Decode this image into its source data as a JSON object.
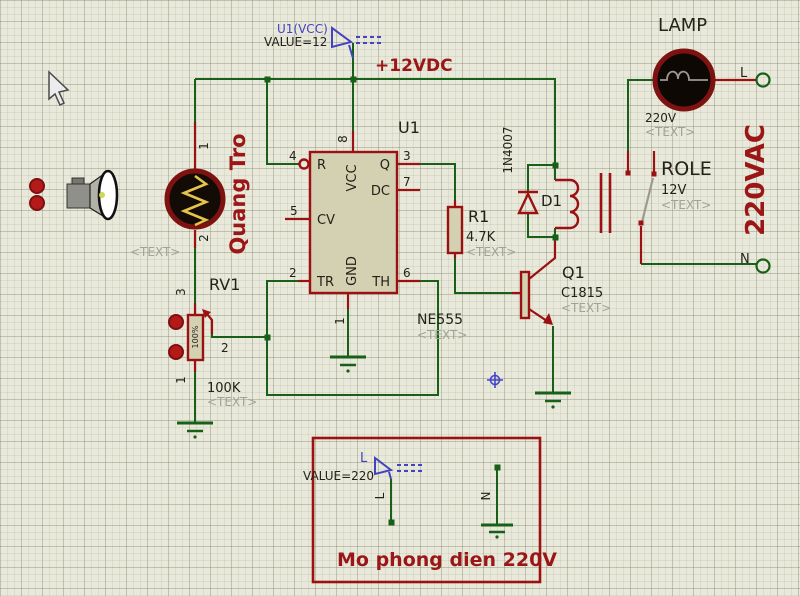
{
  "colors": {
    "wire_green": "#186018",
    "component_red": "#9b1010",
    "annotation_red": "#9b1616",
    "net_blue": "#4343c0",
    "placeholder_gray": "#a2a294",
    "grid_background": "#e9e9db"
  },
  "power": {
    "net": "U1(VCC)",
    "value": "VALUE=12",
    "rail": "+12VDC"
  },
  "lamp": {
    "name": "LAMP",
    "value": "220V",
    "text": "<TEXT>",
    "terminal_l": "L",
    "terminal_n": "N"
  },
  "mains": {
    "label": "220VAC"
  },
  "relay": {
    "name": "ROLE",
    "value": "12V",
    "text": "<TEXT>"
  },
  "diode": {
    "ref": "D1",
    "part": "1N4007"
  },
  "ldr": {
    "name": "Quang Tro",
    "text": "<TEXT>",
    "pin1": "1",
    "pin2": "2"
  },
  "pot": {
    "ref": "RV1",
    "value": "100K",
    "text": "<TEXT>",
    "percent": "100%",
    "pin1": "1",
    "pin2": "2",
    "pin3": "3"
  },
  "timer": {
    "ref": "U1",
    "part": "NE555",
    "text": "<TEXT>",
    "pins": {
      "p1": "1",
      "p2": "2",
      "p3": "3",
      "p4": "4",
      "p5": "5",
      "p6": "6",
      "p7": "7",
      "p8": "8"
    },
    "names": {
      "r": "R",
      "cv": "CV",
      "tr": "TR",
      "q": "Q",
      "dc": "DC",
      "th": "TH",
      "vcc": "VCC",
      "gnd": "GND"
    }
  },
  "resistor": {
    "ref": "R1",
    "value": "4.7K",
    "text": "<TEXT>"
  },
  "transistor": {
    "ref": "Q1",
    "part": "C1815",
    "text": "<TEXT>"
  },
  "simbox": {
    "net_label": "L",
    "value": "VALUE=220",
    "pin_l": "L",
    "pin_n": "N",
    "caption": "Mo phong dien 220V"
  }
}
